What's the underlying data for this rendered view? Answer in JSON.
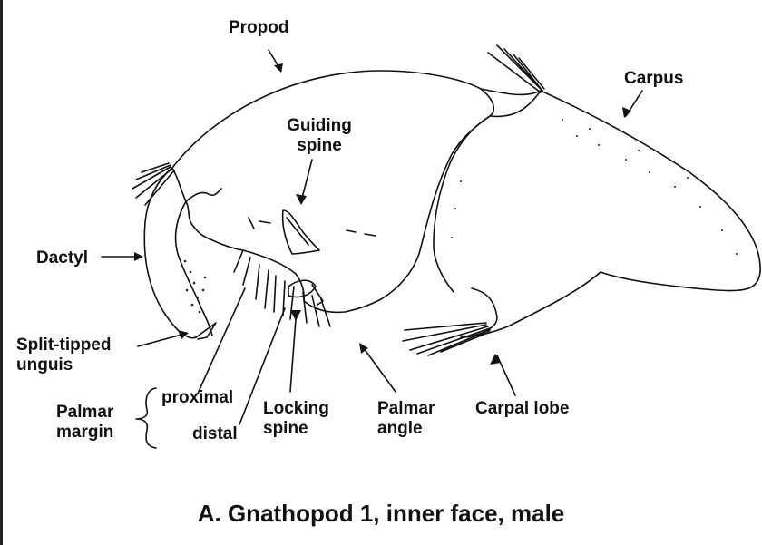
{
  "labels": {
    "propod": "Propod",
    "carpus": "Carpus",
    "guiding_spine_1": "Guiding",
    "guiding_spine_2": "spine",
    "dactyl": "Dactyl",
    "split_tipped_1": "Split-tipped",
    "split_tipped_2": "unguis",
    "palmar_margin_1": "Palmar",
    "palmar_margin_2": "margin",
    "proximal": "proximal",
    "distal": "distal",
    "locking_spine_1": "Locking",
    "locking_spine_2": "spine",
    "palmar_angle_1": "Palmar",
    "palmar_angle_2": "angle",
    "carpal_lobe": "Carpal lobe"
  },
  "caption": "A.  Gnathopod 1, inner face, male",
  "colors": {
    "ink": "#111111",
    "background": "#ffffff"
  }
}
